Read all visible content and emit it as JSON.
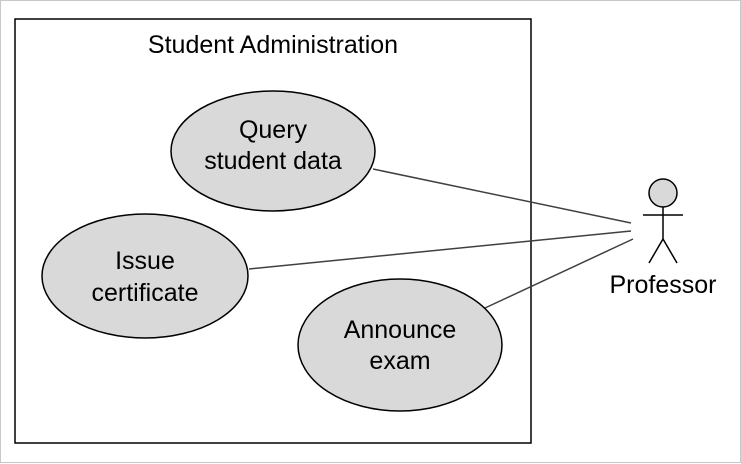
{
  "system": {
    "title": "Student Administration"
  },
  "use_cases": [
    {
      "lines": [
        "Query",
        "student data"
      ]
    },
    {
      "lines": [
        "Issue",
        "certificate"
      ]
    },
    {
      "lines": [
        "Announce",
        "exam"
      ]
    }
  ],
  "actor": {
    "label": "Professor",
    "icon": "stick-figure-icon"
  },
  "colors": {
    "ellipse_fill": "#d9d9d9",
    "stroke": "#000000",
    "association_line": "#404040",
    "frame_border": "#c8c8c8"
  }
}
